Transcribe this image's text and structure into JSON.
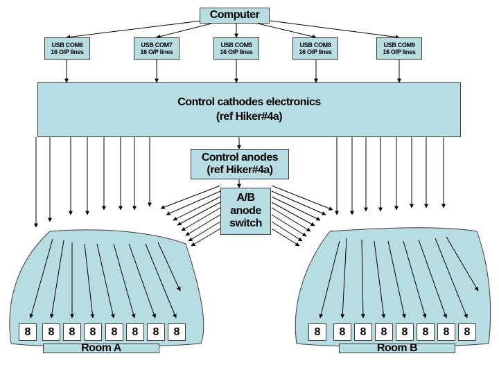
{
  "computer": {
    "label": "Computer"
  },
  "usb_modules": [
    {
      "port": "USB COM6",
      "lines": "16 O/P lines"
    },
    {
      "port": "USB COM7",
      "lines": "16 O/P lines"
    },
    {
      "port": "USB COM5",
      "lines": "16 O/P lines"
    },
    {
      "port": "USB COM8",
      "lines": "16 O/P lines"
    },
    {
      "port": "USB COM9",
      "lines": "16 O/P lines"
    }
  ],
  "cathodes": {
    "title": "Control cathodes electronics",
    "ref": "(ref Hiker#4a)"
  },
  "anodes": {
    "title": "Control anodes",
    "ref": "(ref Hiker#4a)"
  },
  "switch": {
    "line1": "A/B",
    "line2": "anode",
    "line3": "switch"
  },
  "rooms": [
    {
      "name": "Room A",
      "digits": [
        "8",
        "8",
        "8",
        "8",
        "8",
        "8",
        "8",
        "8"
      ]
    },
    {
      "name": "Room B",
      "digits": [
        "8",
        "8",
        "8",
        "8",
        "8",
        "8",
        "8",
        "8"
      ]
    }
  ],
  "colors": {
    "box_fill": "#b7dde3",
    "line": "#000000",
    "border": "#3a3a3a"
  }
}
